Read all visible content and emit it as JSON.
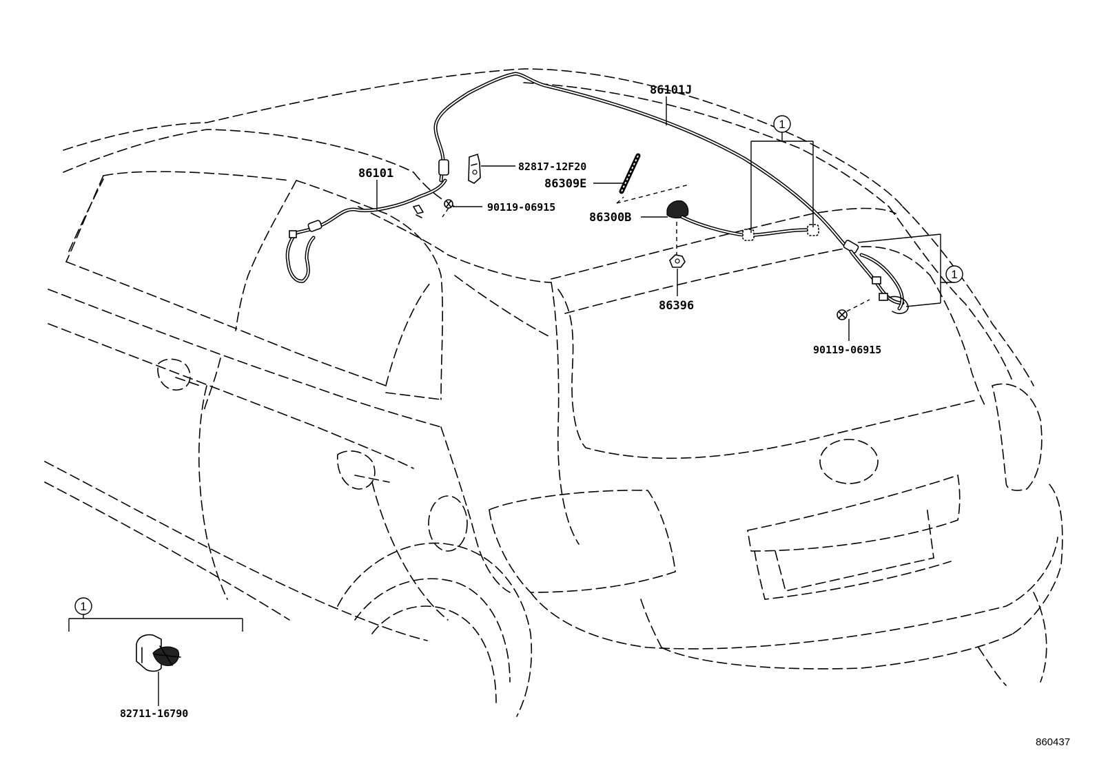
{
  "parts": {
    "antenna_cord_rear": "86101J",
    "antenna_cord": "86101",
    "clamp_bracket": "82817-12F20",
    "antenna_pole": "86309E",
    "antenna_base": "86300B",
    "antenna_nut": "86396",
    "clip_top": "90119-06915",
    "clip_right": "90119-06915",
    "clamp_detail": "82711-16790"
  },
  "callouts": {
    "top": "1",
    "right": "1",
    "detail": "1"
  },
  "diagram_code": "860437"
}
